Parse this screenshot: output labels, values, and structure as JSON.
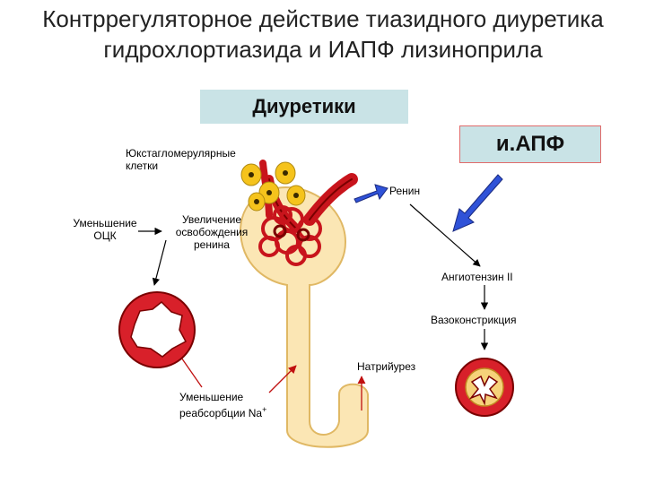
{
  "title": {
    "line1": "Контррегуляторное действие тиазидного диуретика",
    "line2": "гидрохлортиазида и ИАПФ лизиноприла"
  },
  "boxes": {
    "diuretics": "Диуретики",
    "ace_inhibitor": "и.АПФ"
  },
  "labels": {
    "juxtaglomerular": [
      "Юкстагломерулярные",
      "клетки"
    ],
    "renin": "Ренин",
    "decrease_bcv": [
      "Уменьшение",
      "ОЦК"
    ],
    "increase_renin": [
      "Увеличение",
      "освобождения",
      "ренина"
    ],
    "angiotensin": "Ангиотензин II",
    "vasoconstriction": "Вазоконстрикция",
    "natriuresis": "Натрийурез",
    "decrease_na": [
      "Уменьшение",
      "реабсорбции Na"
    ],
    "na_superscript": "+"
  },
  "colors": {
    "box_fill": "#c9e3e6",
    "box_border": "#e06b6b",
    "vessel_red": "#c8141c",
    "vessel_dark": "#7a0000",
    "tubule_fill": "#fbe6b4",
    "tubule_stroke": "#e0b864",
    "cell_yellow": "#f5c31c",
    "arrow_blue": "#2f52d8",
    "arrow_red": "#c01010"
  }
}
